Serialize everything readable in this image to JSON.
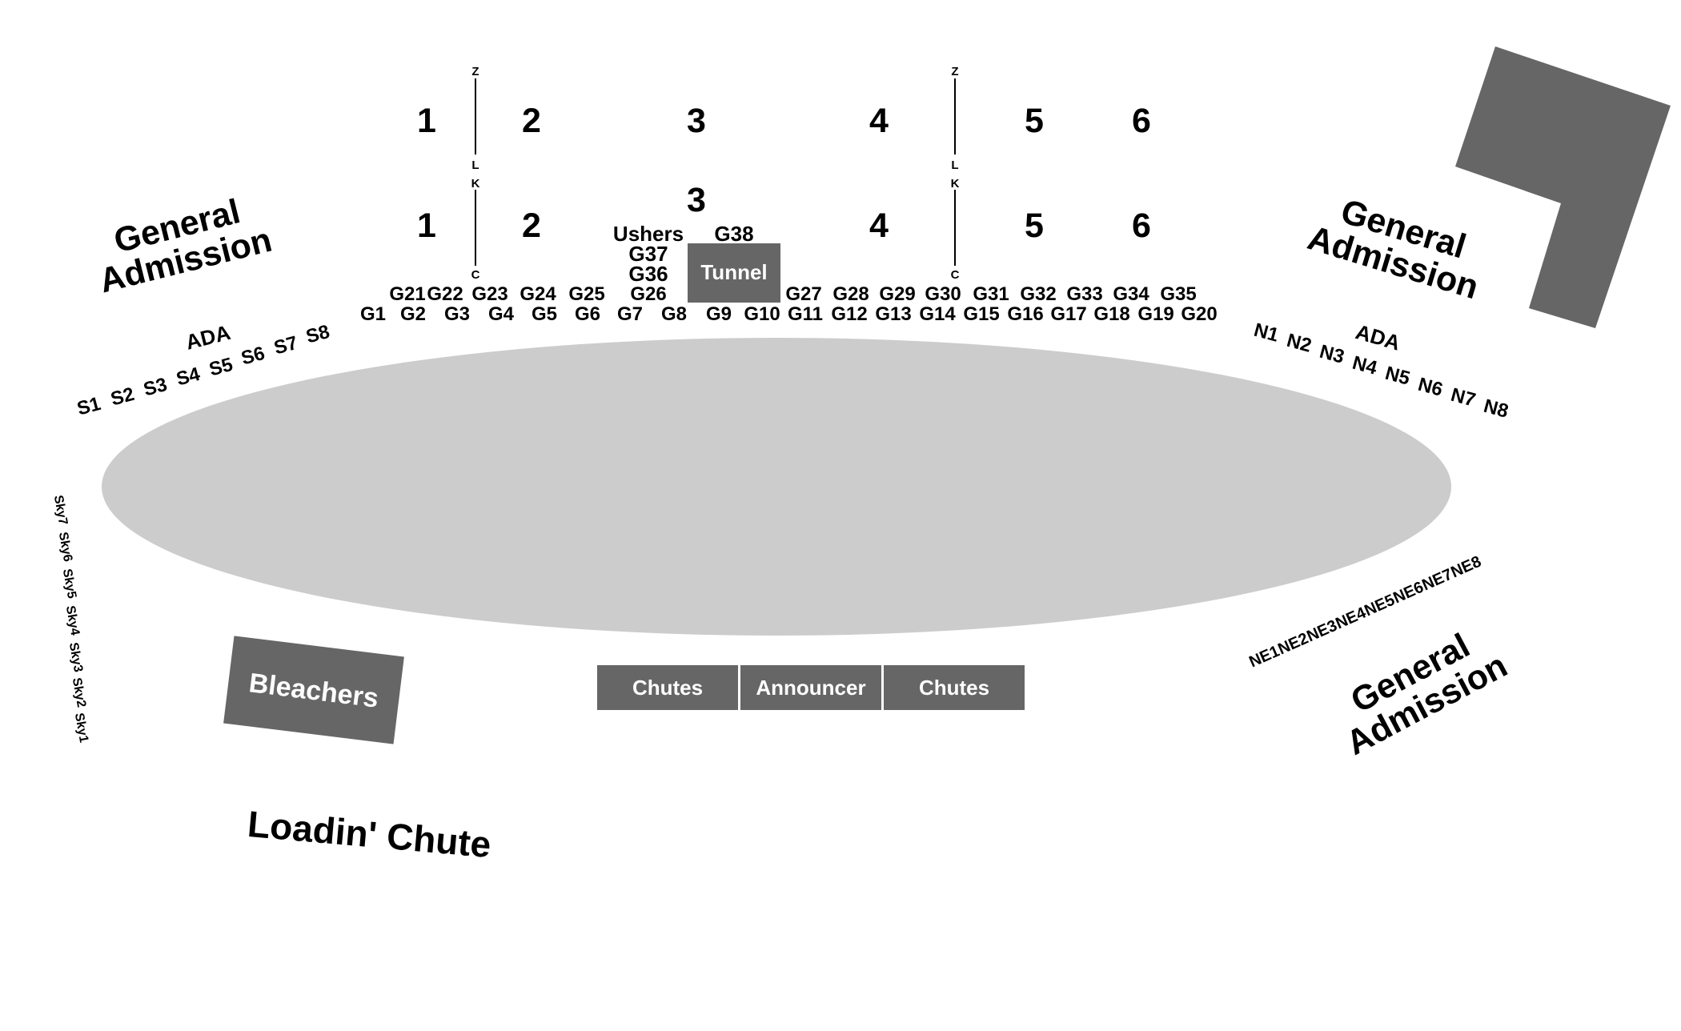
{
  "colors": {
    "arena_fill": "#cccccc",
    "structure_fill": "#666666",
    "text": "#000000",
    "structure_text": "#ffffff"
  },
  "upper_sections": {
    "row1": [
      "1",
      "2",
      "3",
      "4",
      "5",
      "6"
    ],
    "row2": [
      "1",
      "2",
      "3",
      "4",
      "5",
      "6"
    ]
  },
  "row_markers": {
    "left": {
      "top": "Z",
      "mid_top": "L",
      "mid_bottom": "K",
      "bottom": "C"
    },
    "right": {
      "top": "Z",
      "mid_top": "L",
      "mid_bottom": "K",
      "bottom": "C"
    }
  },
  "general_admission": {
    "nw": [
      "General",
      "Admission"
    ],
    "ne": [
      "General",
      "Admission"
    ],
    "se": [
      "General",
      "Admission"
    ]
  },
  "structures": {
    "tunnel": "Tunnel",
    "bleachers": "Bleachers",
    "chutes_left": "Chutes",
    "announcer": "Announcer",
    "chutes_right": "Chutes",
    "loadin": "Loadin' Chute"
  },
  "center_labels": {
    "ushers": "Ushers",
    "g38": "G38",
    "g37": "G37",
    "g36": "G36",
    "g26": "G26"
  },
  "g_upper_left": [
    "G21",
    "G22",
    "G23",
    "G24",
    "G25"
  ],
  "g_upper_right": [
    "G27",
    "G28",
    "G29",
    "G30",
    "G31",
    "G32",
    "G33",
    "G34",
    "G35"
  ],
  "g_lower": [
    "G1",
    "G2",
    "G3",
    "G4",
    "G5",
    "G6",
    "G7",
    "G8",
    "G9",
    "G10",
    "G11",
    "G12",
    "G13",
    "G14",
    "G15",
    "G16",
    "G17",
    "G18",
    "G19",
    "G20"
  ],
  "ada_south": "ADA",
  "ada_north": "ADA",
  "south_sections": [
    "S1",
    "S2",
    "S3",
    "S4",
    "S5",
    "S6",
    "S7",
    "S8"
  ],
  "north_sections": [
    "N1",
    "N2",
    "N3",
    "N4",
    "N5",
    "N6",
    "N7",
    "N8"
  ],
  "northeast_sections": [
    "NE1",
    "NE2",
    "NE3",
    "NE4",
    "NE5",
    "NE6",
    "NE7",
    "NE8"
  ],
  "sky_sections": [
    "Sky7",
    "Sky6",
    "Sky5",
    "Sky4",
    "Sky3",
    "Sky2",
    "Sky1"
  ]
}
